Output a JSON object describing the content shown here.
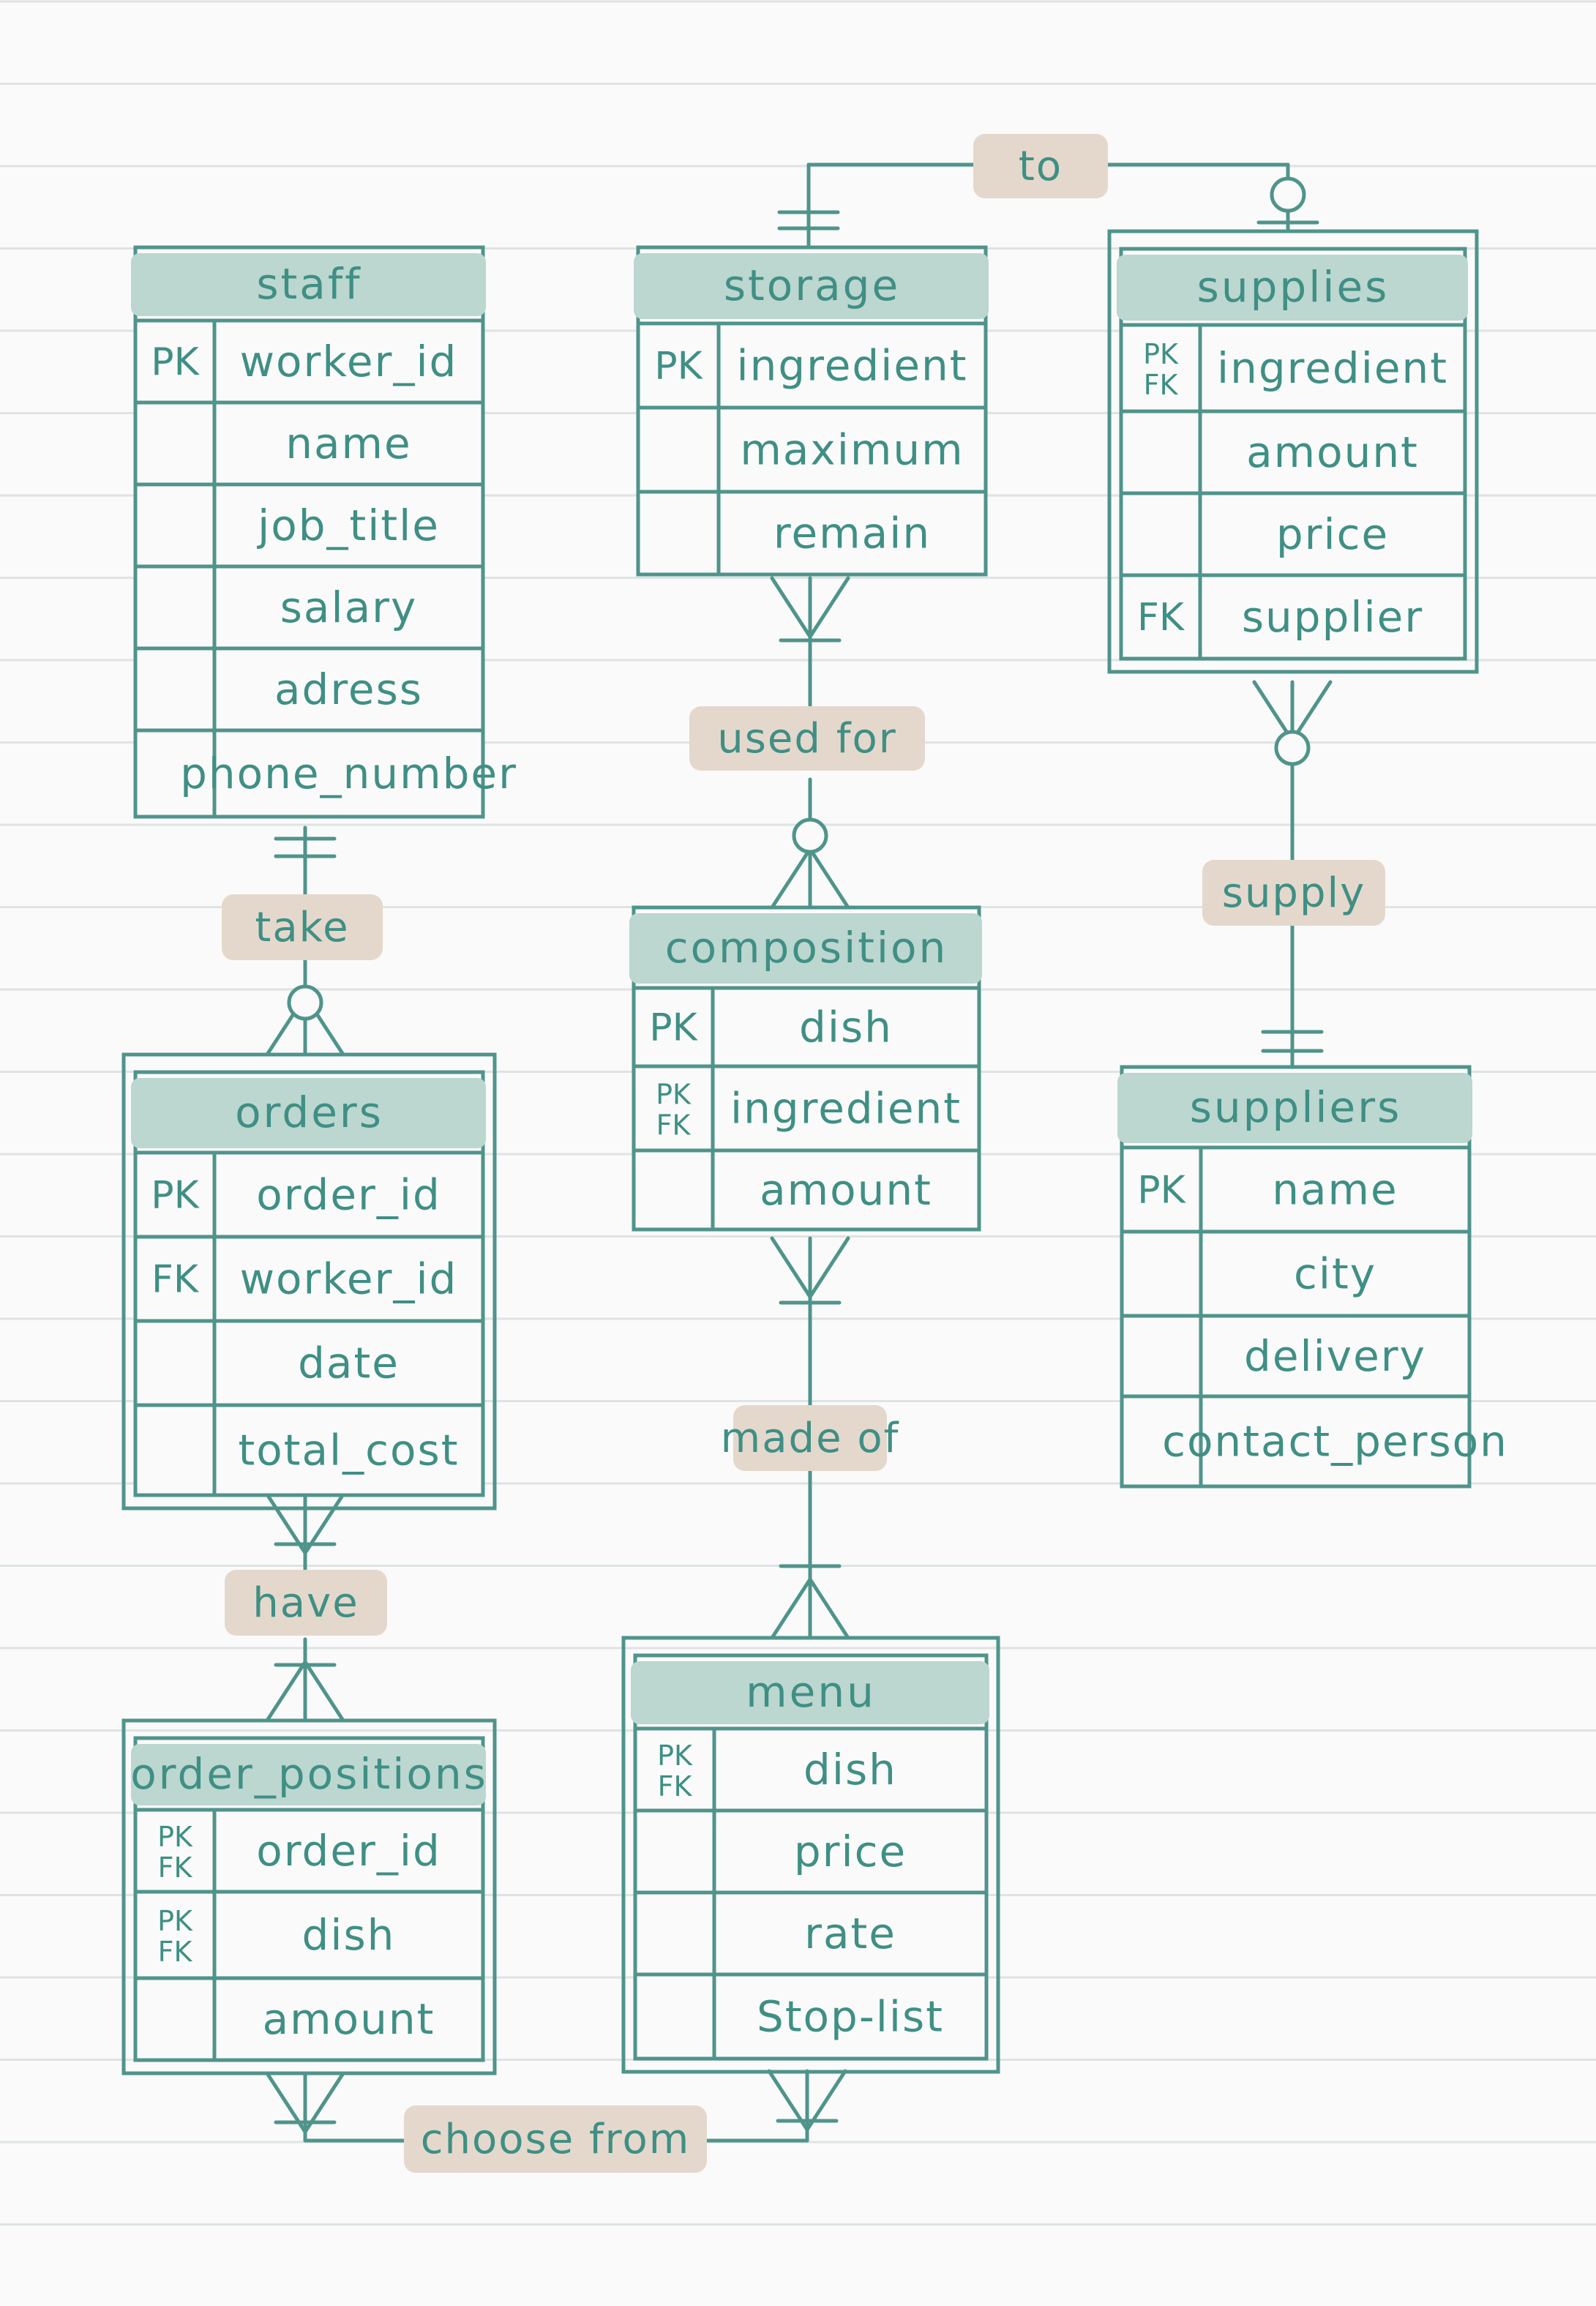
{
  "colors": {
    "paper": "#fafafa",
    "rule_line": "#dfe3e3",
    "stroke": "#4f948b",
    "header_fill": "#bcd6d0",
    "label_fill": "#e4d8cc",
    "text": "#3f8f84"
  },
  "entities": {
    "staff": {
      "title": "staff",
      "rows": [
        {
          "key": "PK",
          "attr": "worker_id"
        },
        {
          "key": "",
          "attr": "name"
        },
        {
          "key": "",
          "attr": "job_title"
        },
        {
          "key": "",
          "attr": "salary"
        },
        {
          "key": "",
          "attr": "adress"
        },
        {
          "key": "",
          "attr": "phone_number"
        }
      ]
    },
    "storage": {
      "title": "storage",
      "rows": [
        {
          "key": "PK",
          "attr": "ingredient"
        },
        {
          "key": "",
          "attr": "maximum"
        },
        {
          "key": "",
          "attr": "remain"
        }
      ]
    },
    "supplies": {
      "title": "supplies",
      "rows": [
        {
          "key": "PK FK",
          "attr": "ingredient"
        },
        {
          "key": "",
          "attr": "amount"
        },
        {
          "key": "",
          "attr": "price"
        },
        {
          "key": "FK",
          "attr": "supplier"
        }
      ]
    },
    "composition": {
      "title": "composition",
      "rows": [
        {
          "key": "PK",
          "attr": "dish"
        },
        {
          "key": "PK FK",
          "attr": "ingredient"
        },
        {
          "key": "",
          "attr": "amount"
        }
      ]
    },
    "orders": {
      "title": "orders",
      "rows": [
        {
          "key": "PK",
          "attr": "order_id"
        },
        {
          "key": "FK",
          "attr": "worker_id"
        },
        {
          "key": "",
          "attr": "date"
        },
        {
          "key": "",
          "attr": "total_cost"
        }
      ]
    },
    "suppliers": {
      "title": "suppliers",
      "rows": [
        {
          "key": "PK",
          "attr": "name"
        },
        {
          "key": "",
          "attr": "city"
        },
        {
          "key": "",
          "attr": "delivery"
        },
        {
          "key": "",
          "attr": "contact_person"
        }
      ]
    },
    "order_positions": {
      "title": "order_positions",
      "rows": [
        {
          "key": "PK FK",
          "attr": "order_id"
        },
        {
          "key": "PK FK",
          "attr": "dish"
        },
        {
          "key": "",
          "attr": "amount"
        }
      ]
    },
    "menu": {
      "title": "menu",
      "rows": [
        {
          "key": "PK FK",
          "attr": "dish"
        },
        {
          "key": "",
          "attr": "price"
        },
        {
          "key": "",
          "attr": "rate"
        },
        {
          "key": "",
          "attr": "Stop-list"
        }
      ]
    }
  },
  "relationships": {
    "to": "to",
    "used_for": "used for",
    "supply": "supply",
    "take": "take",
    "made_of": "made of",
    "have": "have",
    "choose_from": "choose from"
  }
}
